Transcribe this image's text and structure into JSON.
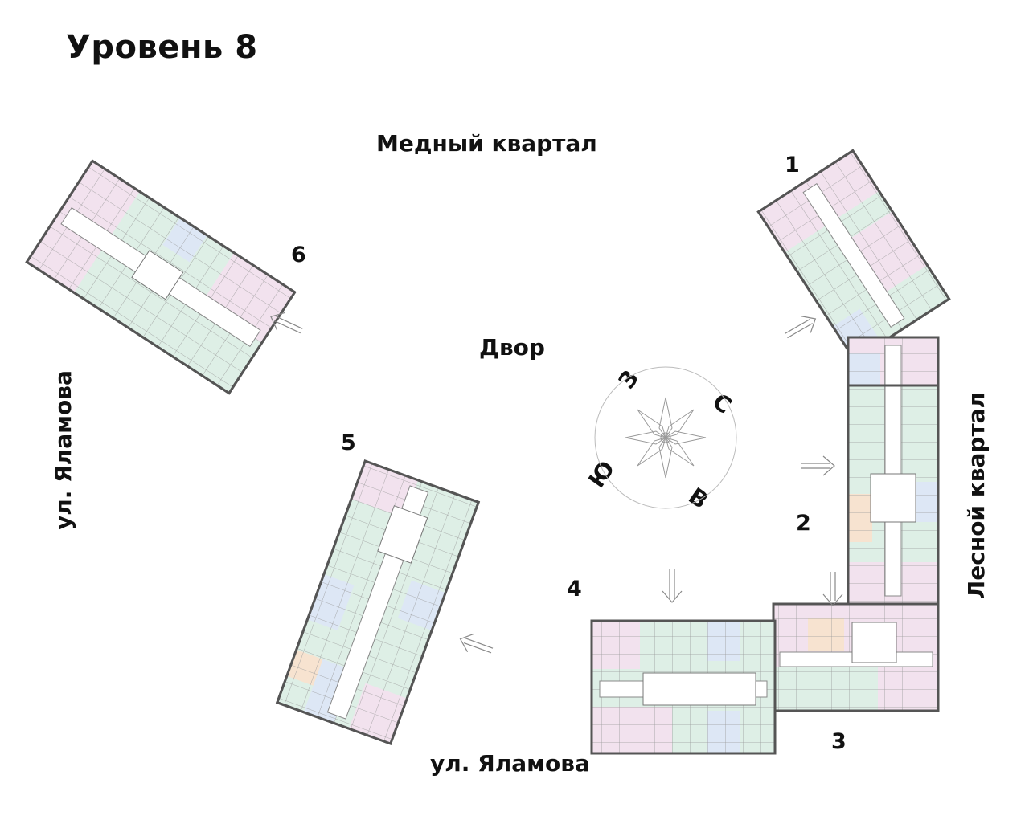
{
  "title": "Уровень 8",
  "labels": {
    "north_quarter": "Медный квартал",
    "courtyard": "Двор",
    "street_bottom": "ул. Яламова",
    "street_left": "ул. Яламова",
    "east_quarter": "Лесной квартал"
  },
  "sections": {
    "s1": "1",
    "s2": "2",
    "s3": "3",
    "s4": "4",
    "s5": "5",
    "s6": "6"
  },
  "compass": {
    "north": "С",
    "east": "В",
    "south": "Ю",
    "west": "З"
  },
  "colors": {
    "wall": "#555555",
    "pink": "#f2e2ee",
    "green": "#deefe6",
    "blue": "#dde7f5",
    "orange": "#f7e3d0",
    "corridor": "#ffffff"
  }
}
